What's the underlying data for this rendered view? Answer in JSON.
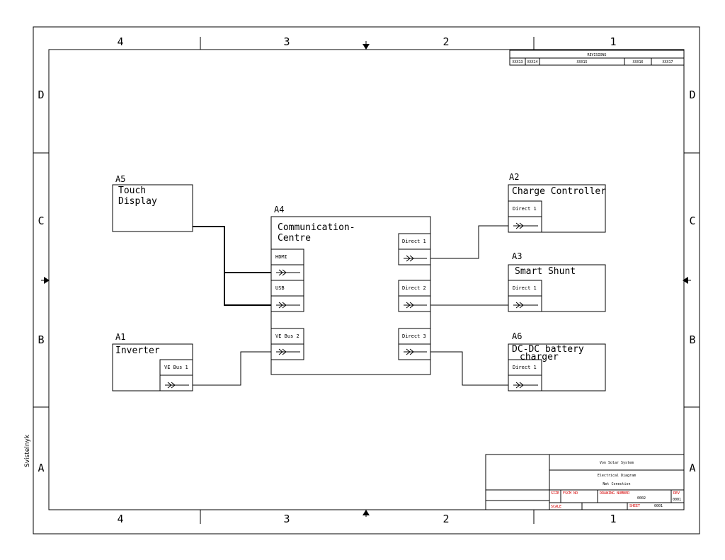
{
  "sheet": {
    "col_labels": [
      "4",
      "3",
      "2",
      "1"
    ],
    "row_labels": [
      "D",
      "C",
      "B",
      "A"
    ],
    "side_text": "Svistelnyk"
  },
  "revisions": {
    "title": "REVISIONS",
    "columns": [
      "XXX13",
      "XXX14",
      "XXX15",
      "XXX16",
      "XXX17"
    ]
  },
  "blocks": {
    "a5": {
      "ref": "A5",
      "title_lines": [
        "Touch",
        "Display"
      ]
    },
    "a4": {
      "ref": "A4",
      "title_lines": [
        "Communication-",
        "Centre"
      ],
      "ports": {
        "hdmi": "HDMI",
        "usb": "USB",
        "vebus2": "VE Bus 2",
        "direct1": "Direct 1",
        "direct2": "Direct 2",
        "direct3": "Direct 3"
      }
    },
    "a1": {
      "ref": "A1",
      "title": "Inverter",
      "port": "VE Bus 1"
    },
    "a2": {
      "ref": "A2",
      "title": "Charge Controller",
      "port": "Direct 1"
    },
    "a3": {
      "ref": "A3",
      "title": "Smart Shunt",
      "port": "Direct 1"
    },
    "a6": {
      "ref": "A6",
      "title_lines": [
        "DC-DC battery",
        "charger"
      ],
      "port": "Direct 1"
    }
  },
  "title_block": {
    "company": "Von Solar System",
    "title": "Electrical Diagram",
    "subtitle": "Net Conection",
    "size_label": "SIZE",
    "fscm_label": "FSCM NO",
    "drawing_number_label": "DRAWING NUMBER",
    "drawing_number": "0002",
    "rev_label": "REV",
    "rev": "0001",
    "scale_label": "SCALE",
    "sheet_label": "SHEET",
    "sheet": "0001"
  },
  "colors": {
    "line": "#000000",
    "title_block_label": "#d40000"
  }
}
